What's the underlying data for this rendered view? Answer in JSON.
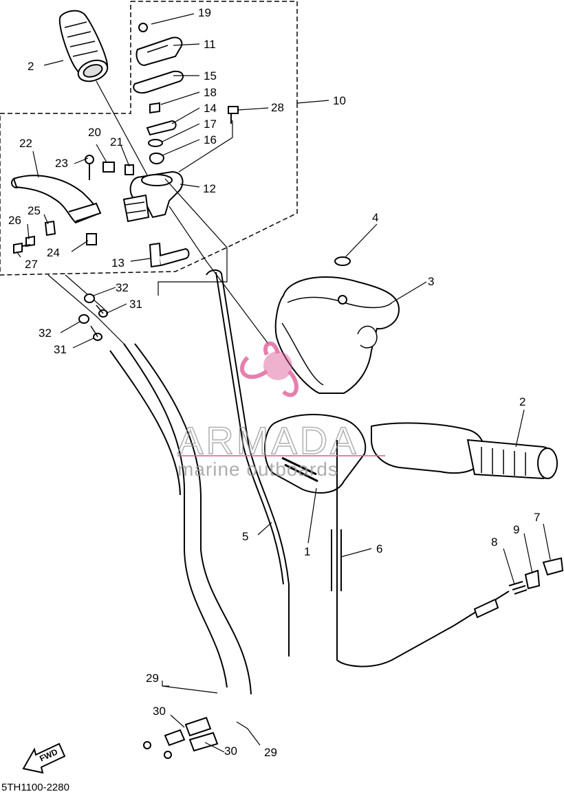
{
  "diagram_code": "5TH1100-2280",
  "fwd_label": "FWD",
  "watermark": {
    "brand": "ARMADA",
    "tagline": "marine outboards",
    "color": "#e0609a"
  },
  "callouts": [
    {
      "id": "c1",
      "label": "1"
    },
    {
      "id": "c2a",
      "label": "2"
    },
    {
      "id": "c2b",
      "label": "2"
    },
    {
      "id": "c3",
      "label": "3"
    },
    {
      "id": "c4",
      "label": "4"
    },
    {
      "id": "c5",
      "label": "5"
    },
    {
      "id": "c6",
      "label": "6"
    },
    {
      "id": "c7",
      "label": "7"
    },
    {
      "id": "c8",
      "label": "8"
    },
    {
      "id": "c9",
      "label": "9"
    },
    {
      "id": "c10",
      "label": "10"
    },
    {
      "id": "c11",
      "label": "11"
    },
    {
      "id": "c12",
      "label": "12"
    },
    {
      "id": "c13",
      "label": "13"
    },
    {
      "id": "c14",
      "label": "14"
    },
    {
      "id": "c15",
      "label": "15"
    },
    {
      "id": "c16",
      "label": "16"
    },
    {
      "id": "c17",
      "label": "17"
    },
    {
      "id": "c18",
      "label": "18"
    },
    {
      "id": "c19",
      "label": "19"
    },
    {
      "id": "c20",
      "label": "20"
    },
    {
      "id": "c21",
      "label": "21"
    },
    {
      "id": "c22",
      "label": "22"
    },
    {
      "id": "c23",
      "label": "23"
    },
    {
      "id": "c24",
      "label": "24"
    },
    {
      "id": "c25",
      "label": "25"
    },
    {
      "id": "c26",
      "label": "26"
    },
    {
      "id": "c27",
      "label": "27"
    },
    {
      "id": "c28",
      "label": "28"
    },
    {
      "id": "c29a",
      "label": "29"
    },
    {
      "id": "c29b",
      "label": "29"
    },
    {
      "id": "c30a",
      "label": "30"
    },
    {
      "id": "c30b",
      "label": "30"
    },
    {
      "id": "c31a",
      "label": "31"
    },
    {
      "id": "c31b",
      "label": "31"
    },
    {
      "id": "c32a",
      "label": "32"
    },
    {
      "id": "c32b",
      "label": "32"
    }
  ]
}
